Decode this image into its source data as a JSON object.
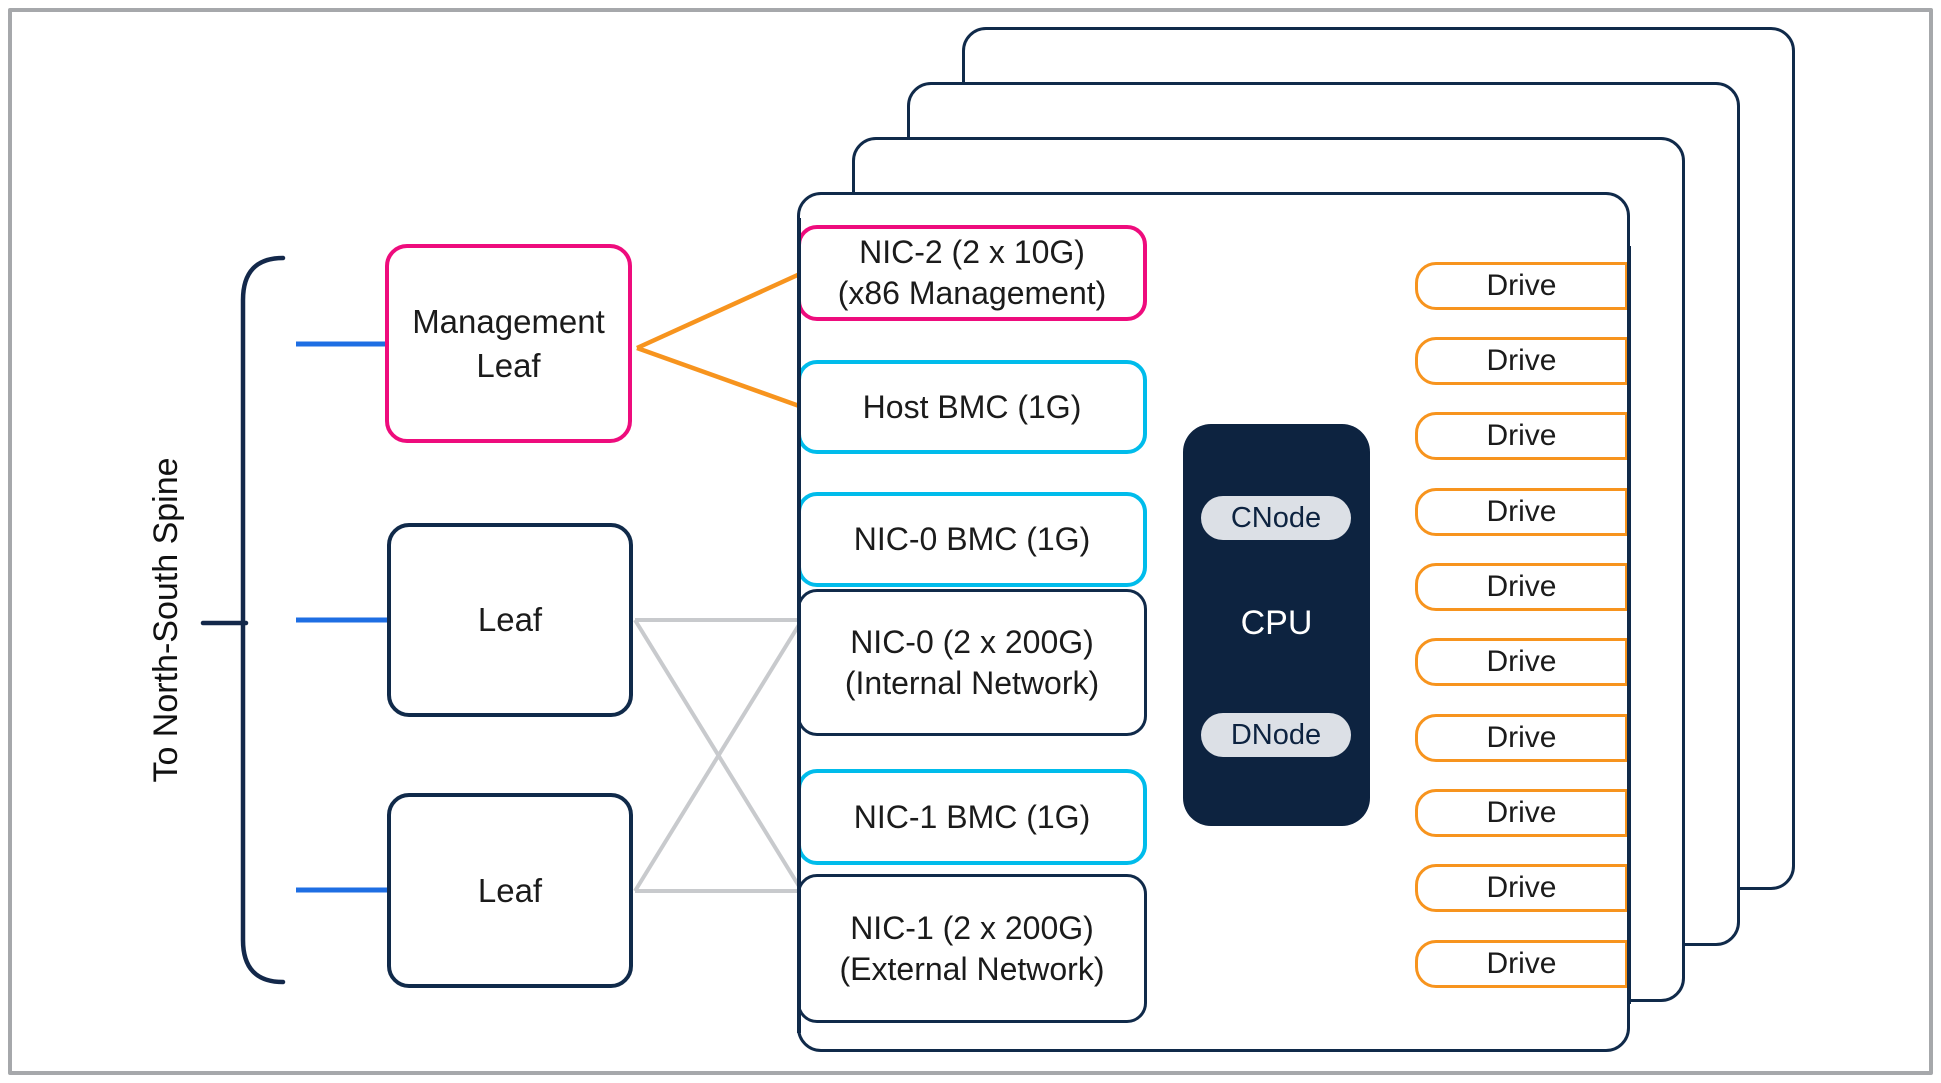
{
  "colors": {
    "navy_border": "#102A4A",
    "cpu_fill": "#0D2340",
    "pink": "#EE0C7D",
    "cyan": "#00BCEB",
    "orange": "#F7941E",
    "blue_link": "#1E6EE3",
    "gray_link": "#C8CACD",
    "chip_bg": "#DCE0E6",
    "frame_gray": "#A6A8AB"
  },
  "spine": {
    "label": "To North-South Spine"
  },
  "switches": {
    "management": {
      "line1": "Management",
      "line2": "Leaf"
    },
    "leaf1": {
      "label": "Leaf"
    },
    "leaf2": {
      "label": "Leaf"
    }
  },
  "server": {
    "stack_count": 4,
    "nics": {
      "nic2": {
        "line1": "NIC-2 (2 x 10G)",
        "line2": "(x86 Management)"
      },
      "host_bmc": {
        "line1": "Host BMC (1G)"
      },
      "nic0_bmc": {
        "line1": "NIC-0 BMC (1G)"
      },
      "nic0": {
        "line1": "NIC-0 (2 x 200G)",
        "line2": "(Internal Network)"
      },
      "nic1_bmc": {
        "line1": "NIC-1 BMC (1G)"
      },
      "nic1": {
        "line1": "NIC-1 (2 x 200G)",
        "line2": "(External Network)"
      }
    },
    "cpu": {
      "label": "CPU",
      "cnode": "CNode",
      "dnode": "DNode"
    },
    "drives": [
      "Drive",
      "Drive",
      "Drive",
      "Drive",
      "Drive",
      "Drive",
      "Drive",
      "Drive",
      "Drive",
      "Drive"
    ]
  }
}
